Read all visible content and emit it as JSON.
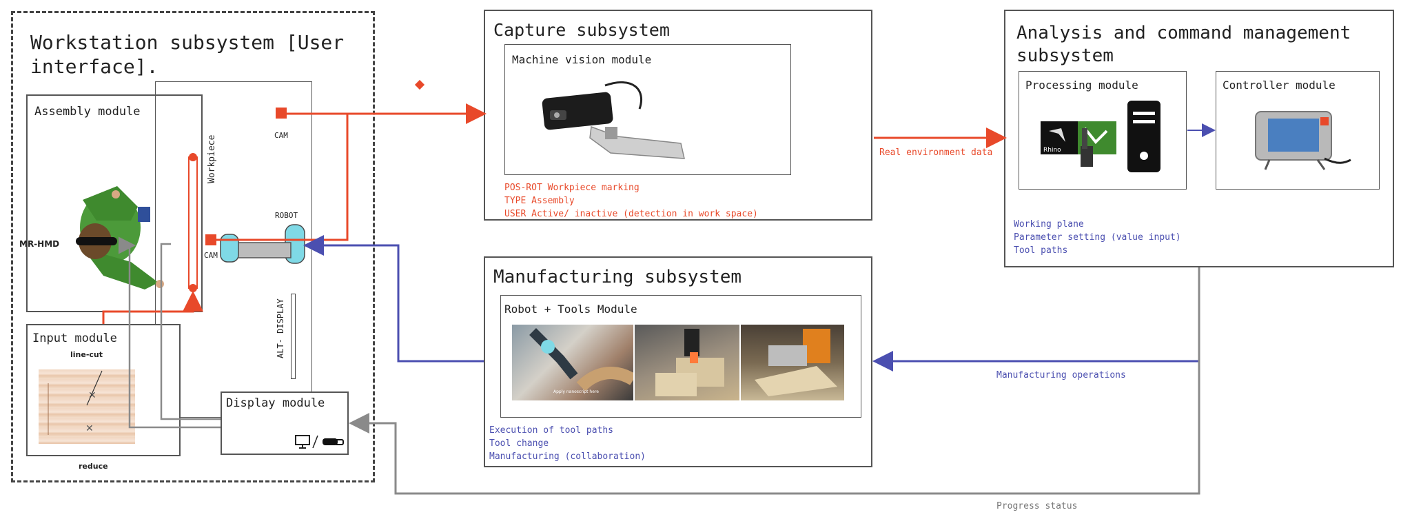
{
  "workstation": {
    "title": "Workstation subsystem [User interface].",
    "assembly_label": "Assembly module",
    "input_label": "Input module",
    "display_label": "Display module",
    "workpiece_label": "Workpiece",
    "cam_top_label": "CAM",
    "cam_left_label": "CAM",
    "robot_label": "ROBOT",
    "alt_display_label": "ALT- DISPLAY",
    "mr_hmd_label": "MR-HMD",
    "line_cut_label": "line-cut",
    "reduce_label": "reduce"
  },
  "capture": {
    "title": "Capture subsystem",
    "module_label": "Machine vision module",
    "lines": [
      "POS-ROT Workpiece marking",
      "TYPE Assembly",
      "USER Active/ inactive (detection in work space)"
    ]
  },
  "analysis": {
    "title": "Analysis and command management subsystem",
    "processing_label": "Processing module",
    "controller_label": "Controller module",
    "rhino_text": "Rhino",
    "lines": [
      "Working plane",
      "Parameter setting (value input)",
      "Tool paths"
    ]
  },
  "manufacturing": {
    "title": "Manufacturing subsystem",
    "module_label": "Robot + Tools Module",
    "photo_caption": "Apply nanoscript here",
    "lines": [
      "Execution of tool paths",
      "Tool change",
      "Manufacturing (collaboration)"
    ]
  },
  "arrows": {
    "real_env": "Real environment data",
    "manufacturing_ops": "Manufacturing operations",
    "progress": "Progress status"
  },
  "colors": {
    "red": "#e8492a",
    "blue": "#4b4fb0",
    "grey": "#8a8a8a",
    "green": "#3f8a2e",
    "robot_cyan": "#7fd9e6"
  }
}
